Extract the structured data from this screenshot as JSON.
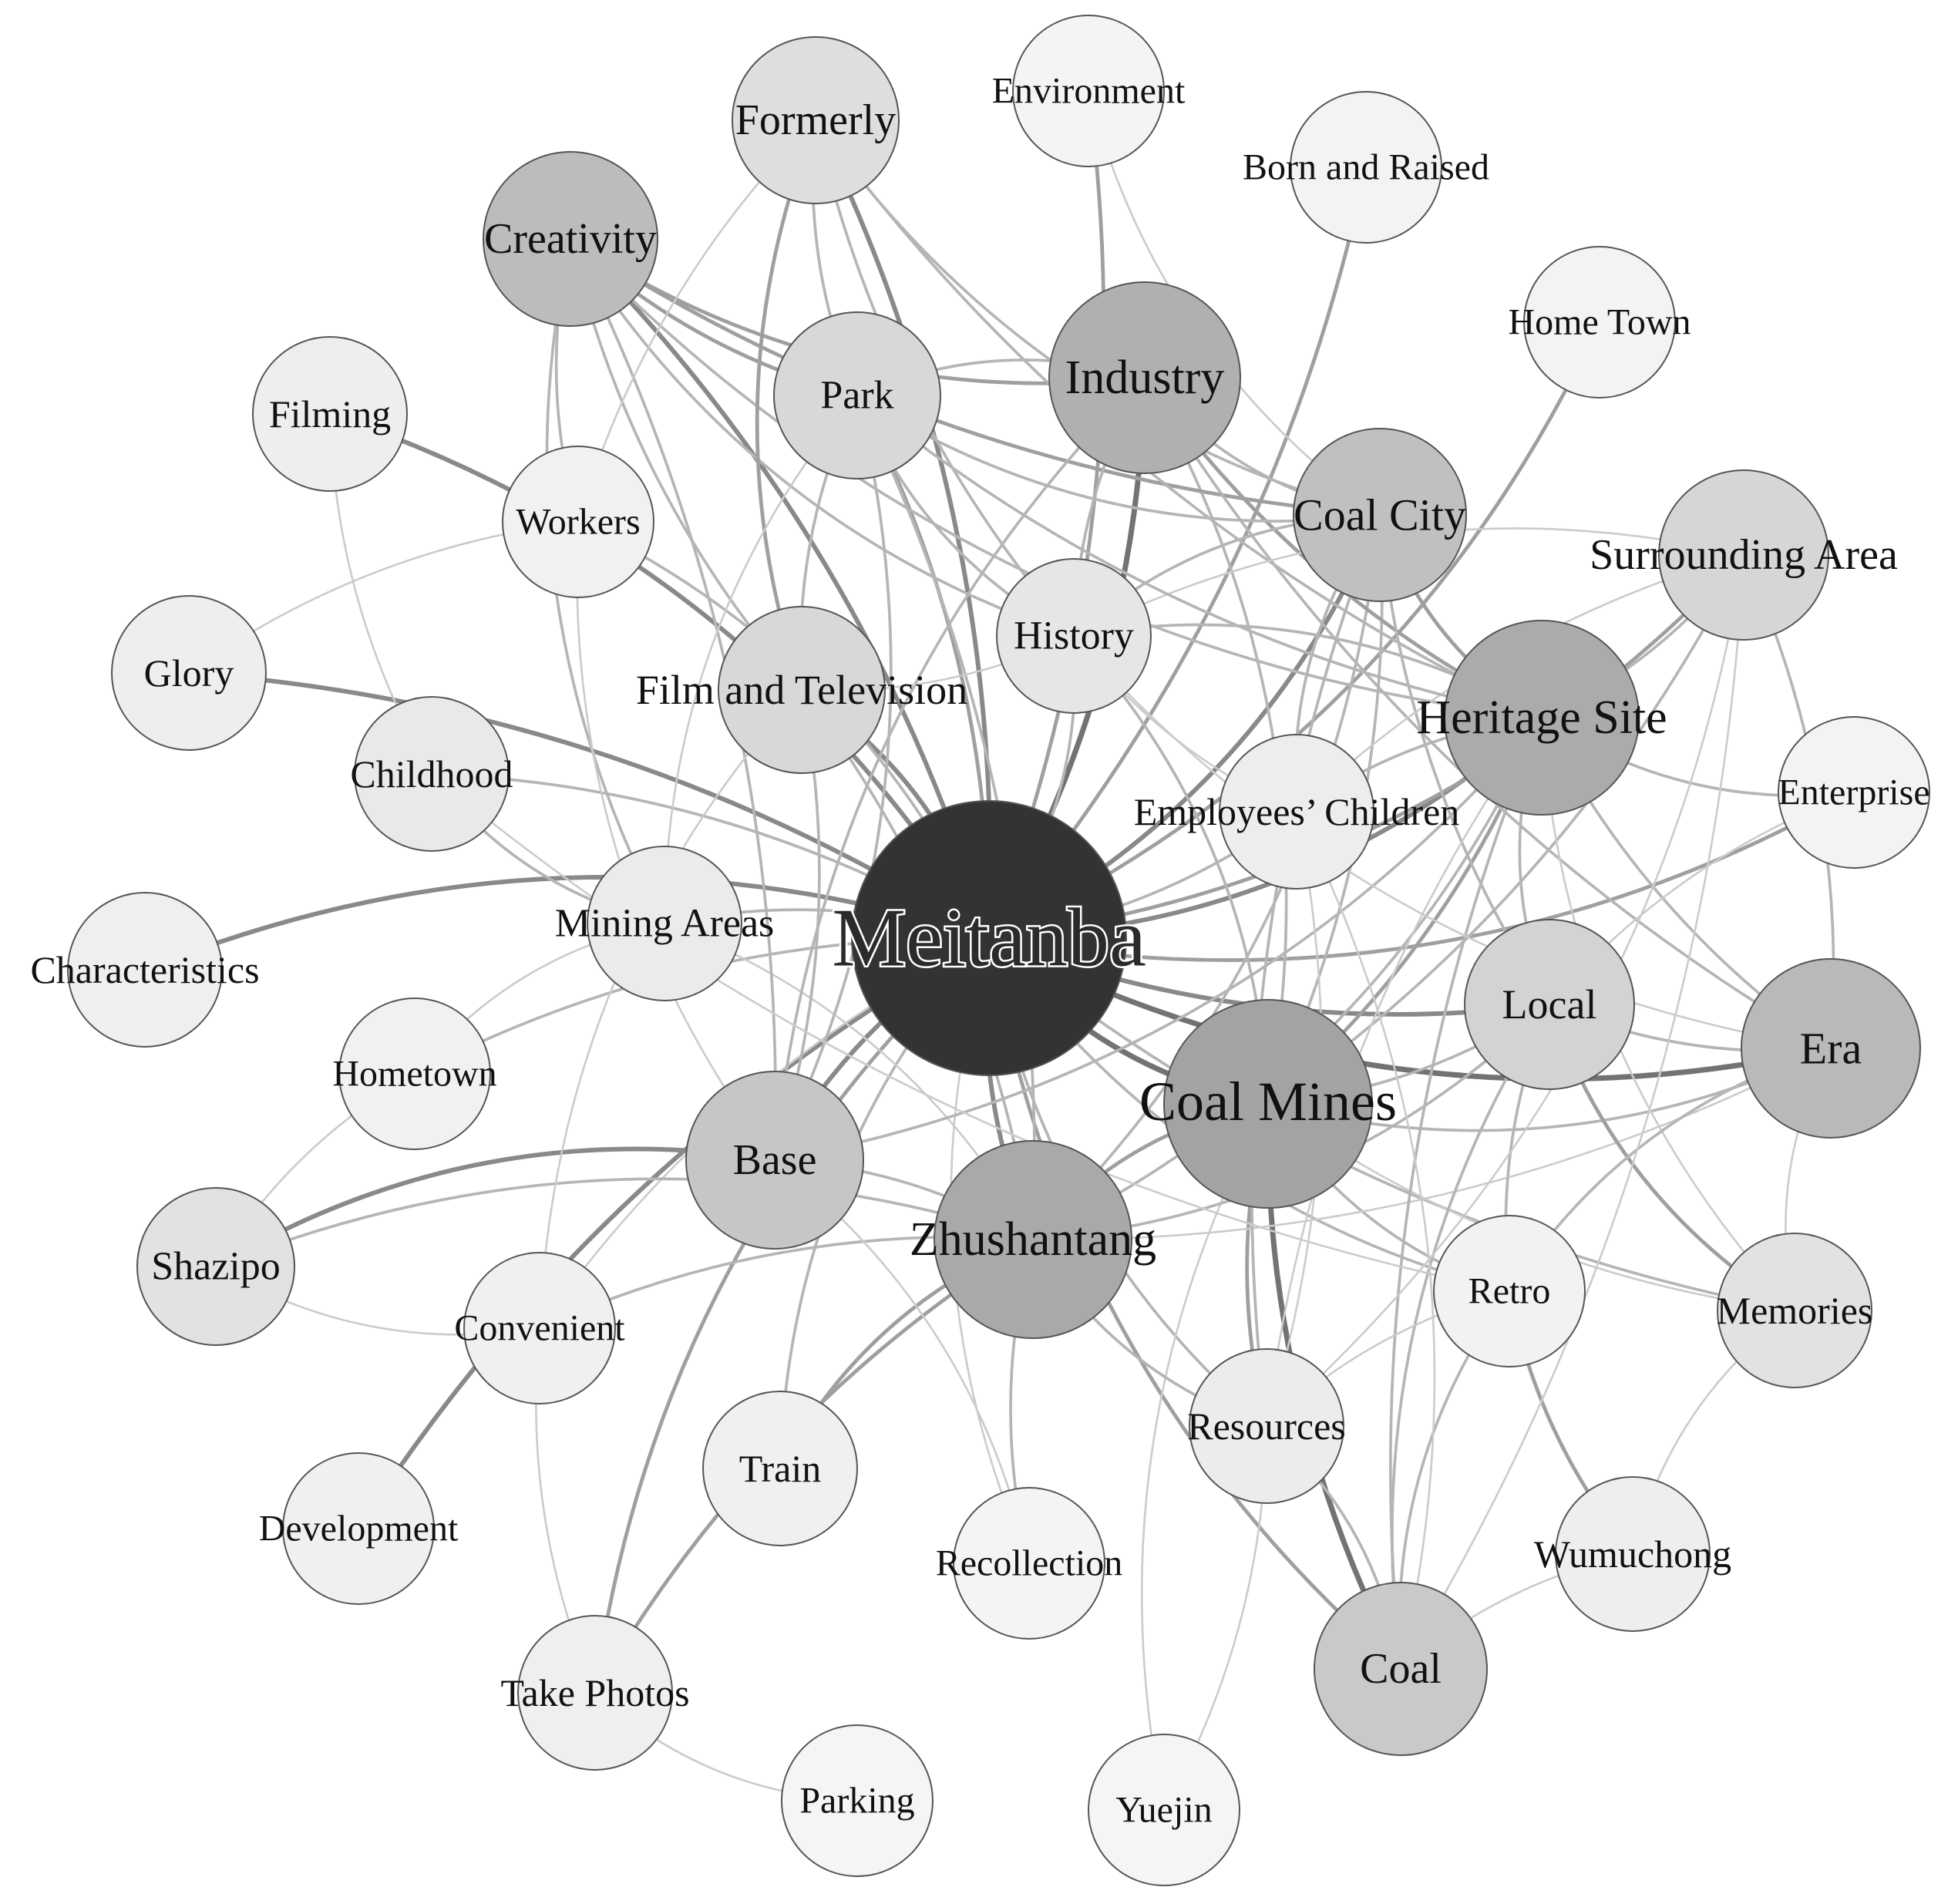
{
  "nodes": [
    {
      "id": "meitanba",
      "label": "Meitanba",
      "shade": "#333333",
      "level": "hub"
    },
    {
      "id": "coal_mines",
      "label": "Coal Mines",
      "shade": "#a3a3a3",
      "level": "major"
    },
    {
      "id": "zhushantang",
      "label": "Zhushantang",
      "shade": "#a9a9a9",
      "level": "major"
    },
    {
      "id": "heritage_site",
      "label": "Heritage Site",
      "shade": "#ababab",
      "level": "major"
    },
    {
      "id": "industry",
      "label": "Industry",
      "shade": "#b0b0b0",
      "level": "major"
    },
    {
      "id": "era",
      "label": "Era",
      "shade": "#b9b9b9",
      "level": "mid"
    },
    {
      "id": "creativity",
      "label": "Creativity",
      "shade": "#bcbcbc",
      "level": "mid"
    },
    {
      "id": "coal_city",
      "label": "Coal City",
      "shade": "#c0c0c0",
      "level": "mid"
    },
    {
      "id": "base",
      "label": "Base",
      "shade": "#c6c6c6",
      "level": "mid"
    },
    {
      "id": "coal",
      "label": "Coal",
      "shade": "#c9c9c9",
      "level": "mid"
    },
    {
      "id": "local",
      "label": "Local",
      "shade": "#d3d3d3",
      "level": "mid"
    },
    {
      "id": "surrounding_area",
      "label": "Surrounding Area",
      "shade": "#d6d6d6",
      "level": "mid"
    },
    {
      "id": "park",
      "label": "Park",
      "shade": "#d8d8d8",
      "level": "mid"
    },
    {
      "id": "film_and_television",
      "label": "Film and Television",
      "shade": "#d8d8d8",
      "level": "mid"
    },
    {
      "id": "formerly",
      "label": "Formerly",
      "shade": "#dedede",
      "level": "mid"
    },
    {
      "id": "memories",
      "label": "Memories",
      "shade": "#e2e2e2",
      "level": "minor"
    },
    {
      "id": "shazipo",
      "label": "Shazipo",
      "shade": "#e2e2e2",
      "level": "minor"
    },
    {
      "id": "history",
      "label": "History",
      "shade": "#e6e6e6",
      "level": "minor"
    },
    {
      "id": "childhood",
      "label": "Childhood",
      "shade": "#e9e9e9",
      "level": "minor"
    },
    {
      "id": "mining_areas",
      "label": "Mining Areas",
      "shade": "#ebebeb",
      "level": "minor"
    },
    {
      "id": "resources",
      "label": "Resources",
      "shade": "#ececec",
      "level": "minor"
    },
    {
      "id": "employees_children",
      "label": "Employees’ Children",
      "shade": "#ededed",
      "level": "minor"
    },
    {
      "id": "filming",
      "label": "Filming",
      "shade": "#eeeeee",
      "level": "minor"
    },
    {
      "id": "glory",
      "label": "Glory",
      "shade": "#eeeeee",
      "level": "minor"
    },
    {
      "id": "wumuchong",
      "label": "Wumuchong",
      "shade": "#eeeeee",
      "level": "minor"
    },
    {
      "id": "characteristics",
      "label": "Characteristics",
      "shade": "#efefef",
      "level": "minor"
    },
    {
      "id": "take_photos",
      "label": "Take Photos",
      "shade": "#efefef",
      "level": "minor"
    },
    {
      "id": "train",
      "label": "Train",
      "shade": "#f0f0f0",
      "level": "minor"
    },
    {
      "id": "convenient",
      "label": "Convenient",
      "shade": "#f0f0f0",
      "level": "minor"
    },
    {
      "id": "development",
      "label": "Development",
      "shade": "#f0f0f0",
      "level": "minor"
    },
    {
      "id": "workers",
      "label": "Workers",
      "shade": "#f1f1f1",
      "level": "minor"
    },
    {
      "id": "hometown",
      "label": "Hometown",
      "shade": "#f1f1f1",
      "level": "minor"
    },
    {
      "id": "retro",
      "label": "Retro",
      "shade": "#f2f2f2",
      "level": "minor"
    },
    {
      "id": "enterprise",
      "label": "Enterprise",
      "shade": "#f3f3f3",
      "level": "minor"
    },
    {
      "id": "home_town",
      "label": "Home Town",
      "shade": "#f3f3f3",
      "level": "minor"
    },
    {
      "id": "born_and_raised",
      "label": "Born and Raised",
      "shade": "#f3f3f3",
      "level": "minor"
    },
    {
      "id": "environment",
      "label": "Environment",
      "shade": "#f4f4f4",
      "level": "minor"
    },
    {
      "id": "recollection",
      "label": "Recollection",
      "shade": "#f4f4f4",
      "level": "minor"
    },
    {
      "id": "parking",
      "label": "Parking",
      "shade": "#f5f5f5",
      "level": "minor"
    },
    {
      "id": "yuejin",
      "label": "Yuejin",
      "shade": "#f5f5f5",
      "level": "minor"
    }
  ],
  "edges": [
    {
      "source": "meitanba",
      "target": "coal_mines",
      "weight": 5
    },
    {
      "source": "meitanba",
      "target": "zhushantang",
      "weight": 4
    },
    {
      "source": "meitanba",
      "target": "heritage_site",
      "weight": 4
    },
    {
      "source": "meitanba",
      "target": "industry",
      "weight": 5
    },
    {
      "source": "meitanba",
      "target": "era",
      "weight": 5
    },
    {
      "source": "meitanba",
      "target": "creativity",
      "weight": 4
    },
    {
      "source": "meitanba",
      "target": "coal_city",
      "weight": 4
    },
    {
      "source": "meitanba",
      "target": "base",
      "weight": 4
    },
    {
      "source": "meitanba",
      "target": "coal",
      "weight": 3
    },
    {
      "source": "meitanba",
      "target": "local",
      "weight": 4
    },
    {
      "source": "meitanba",
      "target": "surrounding_area",
      "weight": 3
    },
    {
      "source": "meitanba",
      "target": "park",
      "weight": 3
    },
    {
      "source": "meitanba",
      "target": "film_and_television",
      "weight": 4
    },
    {
      "source": "meitanba",
      "target": "formerly",
      "weight": 4
    },
    {
      "source": "meitanba",
      "target": "filming",
      "weight": 4
    },
    {
      "source": "meitanba",
      "target": "glory",
      "weight": 4
    },
    {
      "source": "meitanba",
      "target": "characteristics",
      "weight": 4
    },
    {
      "source": "meitanba",
      "target": "development",
      "weight": 4
    },
    {
      "source": "meitanba",
      "target": "take_photos",
      "weight": 3
    },
    {
      "source": "meitanba",
      "target": "born_and_raised",
      "weight": 3
    },
    {
      "source": "meitanba",
      "target": "home_town",
      "weight": 3
    },
    {
      "source": "meitanba",
      "target": "environment",
      "weight": 3
    },
    {
      "source": "meitanba",
      "target": "enterprise",
      "weight": 3
    },
    {
      "source": "meitanba",
      "target": "mining_areas",
      "weight": 2
    },
    {
      "source": "meitanba",
      "target": "history",
      "weight": 2
    },
    {
      "source": "meitanba",
      "target": "hometown",
      "weight": 2
    },
    {
      "source": "meitanba",
      "target": "workers",
      "weight": 2
    },
    {
      "source": "meitanba",
      "target": "childhood",
      "weight": 2
    },
    {
      "source": "meitanba",
      "target": "retro",
      "weight": 2
    },
    {
      "source": "meitanba",
      "target": "memories",
      "weight": 2
    },
    {
      "source": "meitanba",
      "target": "resources",
      "weight": 2
    },
    {
      "source": "meitanba",
      "target": "employees_children",
      "weight": 2
    },
    {
      "source": "meitanba",
      "target": "train",
      "weight": 2
    },
    {
      "source": "meitanba",
      "target": "convenient",
      "weight": 1
    },
    {
      "source": "meitanba",
      "target": "recollection",
      "weight": 1
    },
    {
      "source": "coal_mines",
      "target": "coal",
      "weight": 5
    },
    {
      "source": "coal_mines",
      "target": "zhushantang",
      "weight": 3
    },
    {
      "source": "coal_mines",
      "target": "local",
      "weight": 2
    },
    {
      "source": "coal_mines",
      "target": "era",
      "weight": 2
    },
    {
      "source": "coal_mines",
      "target": "resources",
      "weight": 3
    },
    {
      "source": "coal_mines",
      "target": "retro",
      "weight": 2
    },
    {
      "source": "coal_mines",
      "target": "heritage_site",
      "weight": 3
    },
    {
      "source": "coal_mines",
      "target": "history",
      "weight": 2
    },
    {
      "source": "coal_mines",
      "target": "surrounding_area",
      "weight": 2
    },
    {
      "source": "coal_mines",
      "target": "industry",
      "weight": 2
    },
    {
      "source": "coal_mines",
      "target": "coal_city",
      "weight": 2
    },
    {
      "source": "coal_mines",
      "target": "yuejin",
      "weight": 1
    },
    {
      "source": "coal_mines",
      "target": "memories",
      "weight": 1
    },
    {
      "source": "zhushantang",
      "target": "train",
      "weight": 3
    },
    {
      "source": "zhushantang",
      "target": "take_photos",
      "weight": 3
    },
    {
      "source": "zhushantang",
      "target": "shazipo",
      "weight": 2
    },
    {
      "source": "zhushantang",
      "target": "base",
      "weight": 2
    },
    {
      "source": "zhushantang",
      "target": "heritage_site",
      "weight": 2
    },
    {
      "source": "zhushantang",
      "target": "convenient",
      "weight": 2
    },
    {
      "source": "zhushantang",
      "target": "resources",
      "weight": 2
    },
    {
      "source": "zhushantang",
      "target": "recollection",
      "weight": 2
    },
    {
      "source": "zhushantang",
      "target": "local",
      "weight": 2
    },
    {
      "source": "zhushantang",
      "target": "park",
      "weight": 2
    },
    {
      "source": "zhushantang",
      "target": "coal_city",
      "weight": 2
    },
    {
      "source": "zhushantang",
      "target": "film_and_television",
      "weight": 2
    },
    {
      "source": "zhushantang",
      "target": "mining_areas",
      "weight": 1
    },
    {
      "source": "zhushantang",
      "target": "era",
      "weight": 1
    },
    {
      "source": "base",
      "target": "shazipo",
      "weight": 4
    },
    {
      "source": "base",
      "target": "film_and_television",
      "weight": 2
    },
    {
      "source": "base",
      "target": "heritage_site",
      "weight": 2
    },
    {
      "source": "base",
      "target": "creativity",
      "weight": 2
    },
    {
      "source": "base",
      "target": "park",
      "weight": 2
    },
    {
      "source": "creativity",
      "target": "park",
      "weight": 3
    },
    {
      "source": "creativity",
      "target": "industry",
      "weight": 3
    },
    {
      "source": "creativity",
      "target": "coal_city",
      "weight": 3
    },
    {
      "source": "creativity",
      "target": "heritage_site",
      "weight": 2
    },
    {
      "source": "creativity",
      "target": "workers",
      "weight": 2
    },
    {
      "source": "creativity",
      "target": "mining_areas",
      "weight": 2
    },
    {
      "source": "creativity",
      "target": "film_and_television",
      "weight": 2
    },
    {
      "source": "creativity",
      "target": "history",
      "weight": 2
    },
    {
      "source": "formerly",
      "target": "park",
      "weight": 2
    },
    {
      "source": "formerly",
      "target": "film_and_television",
      "weight": 3
    },
    {
      "source": "formerly",
      "target": "heritage_site",
      "weight": 2
    },
    {
      "source": "formerly",
      "target": "coal_city",
      "weight": 2
    },
    {
      "source": "formerly",
      "target": "history",
      "weight": 2
    },
    {
      "source": "industry",
      "target": "coal_city",
      "weight": 2
    },
    {
      "source": "industry",
      "target": "heritage_site",
      "weight": 3
    },
    {
      "source": "industry",
      "target": "park",
      "weight": 2
    },
    {
      "source": "industry",
      "target": "history",
      "weight": 2
    },
    {
      "source": "industry",
      "target": "base",
      "weight": 2
    },
    {
      "source": "industry",
      "target": "era",
      "weight": 2
    },
    {
      "source": "coal_city",
      "target": "heritage_site",
      "weight": 3
    },
    {
      "source": "coal_city",
      "target": "local",
      "weight": 2
    },
    {
      "source": "coal_city",
      "target": "history",
      "weight": 2
    },
    {
      "source": "coal_city",
      "target": "resources",
      "weight": 2
    },
    {
      "source": "coal_city",
      "target": "employees_children",
      "weight": 2
    },
    {
      "source": "heritage_site",
      "target": "era",
      "weight": 2
    },
    {
      "source": "heritage_site",
      "target": "local",
      "weight": 2
    },
    {
      "source": "heritage_site",
      "target": "surrounding_area",
      "weight": 2
    },
    {
      "source": "heritage_site",
      "target": "history",
      "weight": 2
    },
    {
      "source": "heritage_site",
      "target": "employees_children",
      "weight": 2
    },
    {
      "source": "heritage_site",
      "target": "enterprise",
      "weight": 2
    },
    {
      "source": "heritage_site",
      "target": "coal",
      "weight": 2
    },
    {
      "source": "heritage_site",
      "target": "memories",
      "weight": 1
    },
    {
      "source": "heritage_site",
      "target": "resources",
      "weight": 1
    },
    {
      "source": "local",
      "target": "memories",
      "weight": 3
    },
    {
      "source": "local",
      "target": "era",
      "weight": 2
    },
    {
      "source": "local",
      "target": "coal",
      "weight": 2
    },
    {
      "source": "local",
      "target": "retro",
      "weight": 2
    },
    {
      "source": "era",
      "target": "retro",
      "weight": 2
    },
    {
      "source": "era",
      "target": "surrounding_area",
      "weight": 2
    },
    {
      "source": "era",
      "target": "memories",
      "weight": 1
    },
    {
      "source": "retro",
      "target": "wumuchong",
      "weight": 3
    },
    {
      "source": "retro",
      "target": "coal",
      "weight": 2
    },
    {
      "source": "retro",
      "target": "resources",
      "weight": 1
    },
    {
      "source": "memories",
      "target": "wumuchong",
      "weight": 1
    },
    {
      "source": "wumuchong",
      "target": "coal",
      "weight": 1
    },
    {
      "source": "coal",
      "target": "resources",
      "weight": 2
    },
    {
      "source": "coal",
      "target": "surrounding_area",
      "weight": 1
    },
    {
      "source": "coal",
      "target": "employees_children",
      "weight": 1
    },
    {
      "source": "resources",
      "target": "employees_children",
      "weight": 1
    },
    {
      "source": "resources",
      "target": "surrounding_area",
      "weight": 1
    },
    {
      "source": "surrounding_area",
      "target": "employees_children",
      "weight": 1
    },
    {
      "source": "surrounding_area",
      "target": "history",
      "weight": 1
    },
    {
      "source": "enterprise",
      "target": "local",
      "weight": 1
    },
    {
      "source": "park",
      "target": "history",
      "weight": 2
    },
    {
      "source": "park",
      "target": "heritage_site",
      "weight": 2
    },
    {
      "source": "park",
      "target": "coal_city",
      "weight": 2
    },
    {
      "source": "park",
      "target": "film_and_television",
      "weight": 2
    },
    {
      "source": "park",
      "target": "mining_areas",
      "weight": 1
    },
    {
      "source": "film_and_television",
      "target": "history",
      "weight": 1
    },
    {
      "source": "film_and_television",
      "target": "convenient",
      "weight": 1
    },
    {
      "source": "workers",
      "target": "glory",
      "weight": 1
    },
    {
      "source": "workers",
      "target": "base",
      "weight": 1
    },
    {
      "source": "filming",
      "target": "childhood",
      "weight": 1
    },
    {
      "source": "childhood",
      "target": "mining_areas",
      "weight": 2
    },
    {
      "source": "childhood",
      "target": "retro",
      "weight": 1
    },
    {
      "source": "mining_areas",
      "target": "hometown",
      "weight": 1
    },
    {
      "source": "hometown",
      "target": "shazipo",
      "weight": 1
    },
    {
      "source": "shazipo",
      "target": "convenient",
      "weight": 1
    },
    {
      "source": "convenient",
      "target": "take_photos",
      "weight": 1
    },
    {
      "source": "take_photos",
      "target": "parking",
      "weight": 1
    },
    {
      "source": "yuejin",
      "target": "resources",
      "weight": 1
    },
    {
      "source": "recollection",
      "target": "base",
      "weight": 1
    },
    {
      "source": "history",
      "target": "employees_children",
      "weight": 1
    },
    {
      "source": "history",
      "target": "era",
      "weight": 1
    },
    {
      "source": "formerly",
      "target": "workers",
      "weight": 1
    },
    {
      "source": "environment",
      "target": "coal_city",
      "weight": 1
    }
  ]
}
